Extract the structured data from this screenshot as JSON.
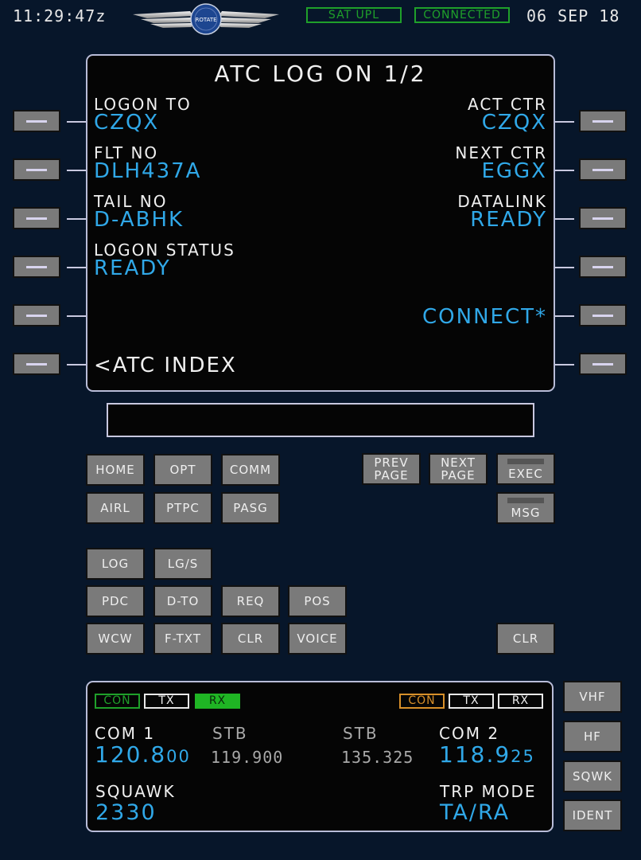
{
  "topbar": {
    "clock": "11:29:47z",
    "logo_text": "ROTATE",
    "sat_status": "SAT UPL",
    "conn_status": "CONNECTED",
    "date": "06 SEP 18",
    "status_color": "#1fa02a"
  },
  "screen": {
    "title": "ATC LOG ON 1/2",
    "left": [
      {
        "label": "LOGON TO",
        "value": "CZQX"
      },
      {
        "label": "FLT NO",
        "value": "DLH437A"
      },
      {
        "label": "TAIL NO",
        "value": "D-ABHK"
      },
      {
        "label": "LOGON STATUS",
        "value": "READY"
      },
      {
        "label": "",
        "value": ""
      },
      {
        "label": "",
        "value": "<ATC INDEX"
      }
    ],
    "right": [
      {
        "label": "ACT CTR",
        "value": "CZQX"
      },
      {
        "label": "NEXT CTR",
        "value": "EGGX"
      },
      {
        "label": "DATALINK",
        "value": "READY"
      },
      {
        "label": "",
        "value": ""
      },
      {
        "label": "",
        "value": "CONNECT*"
      },
      {
        "label": "",
        "value": ""
      }
    ],
    "value_color": "#30a8e8"
  },
  "scratchpad": {
    "value": ""
  },
  "keys": {
    "home": "HOME",
    "opt": "OPT",
    "comm": "COMM",
    "airl": "AIRL",
    "ptpc": "PTPC",
    "pasg": "PASG",
    "prev_page_1": "PREV",
    "prev_page_2": "PAGE",
    "next_page_1": "NEXT",
    "next_page_2": "PAGE",
    "exec": "EXEC",
    "msg": "MSG",
    "log": "LOG",
    "lgs": "LG/S",
    "pdc": "PDC",
    "dto": "D-TO",
    "req": "REQ",
    "pos": "POS",
    "wcw": "WCW",
    "ftxt": "F-TXT",
    "clr1": "CLR",
    "voice": "VOICE",
    "clr2": "CLR"
  },
  "radio": {
    "com1": {
      "con": "CON",
      "tx": "TX",
      "rx": "RX",
      "label": "COM 1",
      "freq_main": "120.8",
      "freq_small": "00"
    },
    "stb1": {
      "label": "STB",
      "freq": "119.900"
    },
    "stb2": {
      "label": "STB",
      "freq": "135.325"
    },
    "com2": {
      "con": "CON",
      "tx": "TX",
      "rx": "RX",
      "label": "COM 2",
      "freq_main": "118.9",
      "freq_small": "25"
    },
    "squawk": {
      "label": "SQUAWK",
      "value": "2330"
    },
    "trp_mode": {
      "label": "TRP MODE",
      "value": "TA/RA"
    }
  },
  "side_keys": {
    "vhf": "VHF",
    "hf": "HF",
    "sqwk": "SQWK",
    "ident": "IDENT"
  }
}
